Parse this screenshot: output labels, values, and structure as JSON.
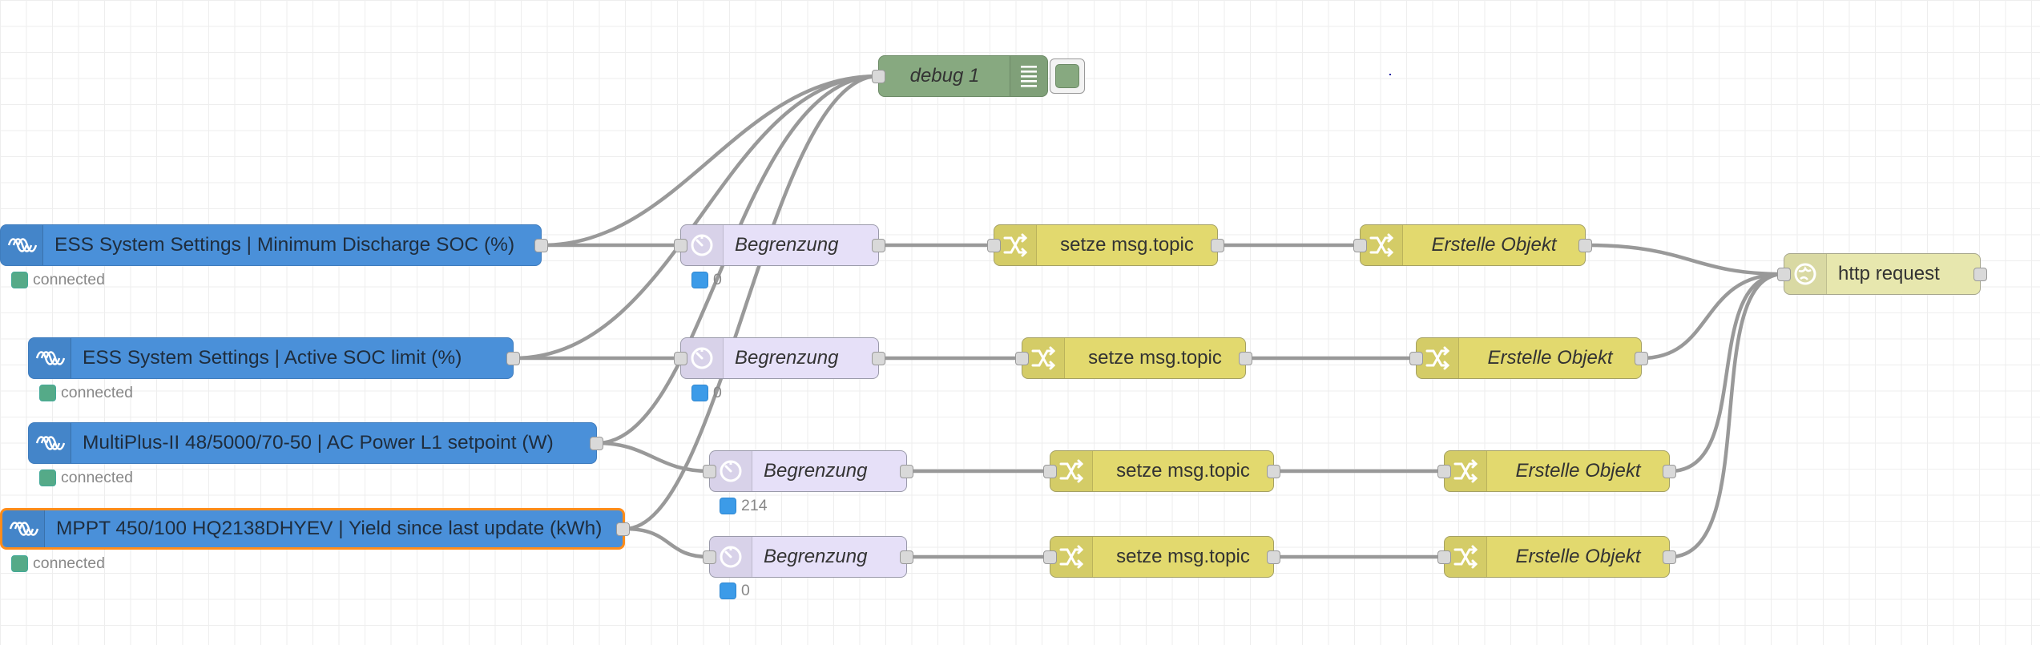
{
  "nodes": {
    "debug": {
      "label": "debug 1",
      "icon": "debug-list-icon"
    },
    "victron": [
      {
        "label": "ESS System Settings | Minimum Discharge SOC (%)",
        "status": "connected",
        "icon": "victron-wave-icon"
      },
      {
        "label": "ESS System Settings | Active SOC limit (%)",
        "status": "connected",
        "icon": "victron-wave-icon"
      },
      {
        "label": "MultiPlus-II 48/5000/70-50 | AC Power L1 setpoint (W)",
        "status": "connected",
        "icon": "victron-wave-icon"
      },
      {
        "label": "MPPT 450/100 HQ2138DHYEV | Yield since last update (kWh)",
        "status": "connected",
        "icon": "victron-wave-icon"
      }
    ],
    "delay": [
      {
        "label": "Begrenzung",
        "status": "0",
        "icon": "timer-icon"
      },
      {
        "label": "Begrenzung",
        "status": "0",
        "icon": "timer-icon"
      },
      {
        "label": "Begrenzung",
        "status": "214",
        "icon": "timer-icon"
      },
      {
        "label": "Begrenzung",
        "status": "0",
        "icon": "timer-icon"
      }
    ],
    "change_topic": [
      {
        "label": "setze msg.topic",
        "icon": "shuffle-icon"
      },
      {
        "label": "setze msg.topic",
        "icon": "shuffle-icon"
      },
      {
        "label": "setze msg.topic",
        "icon": "shuffle-icon"
      },
      {
        "label": "setze msg.topic",
        "icon": "shuffle-icon"
      }
    ],
    "change_object": [
      {
        "label": "Erstelle Objekt",
        "icon": "shuffle-icon"
      },
      {
        "label": "Erstelle Objekt",
        "icon": "shuffle-icon"
      },
      {
        "label": "Erstelle Objekt",
        "icon": "shuffle-icon"
      },
      {
        "label": "Erstelle Objekt",
        "icon": "shuffle-icon"
      }
    ],
    "http": {
      "label": "http request",
      "icon": "globe-icon"
    }
  },
  "colors": {
    "victron": "#4a90d9",
    "delay": "#e6e0f8",
    "change": "#e2d96e",
    "debug": "#87a980",
    "http": "#e7e7ae",
    "wire": "#999999",
    "selected": "#ff8c1a",
    "status_connected": "#55aa88",
    "status_count": "#3c9be8"
  }
}
